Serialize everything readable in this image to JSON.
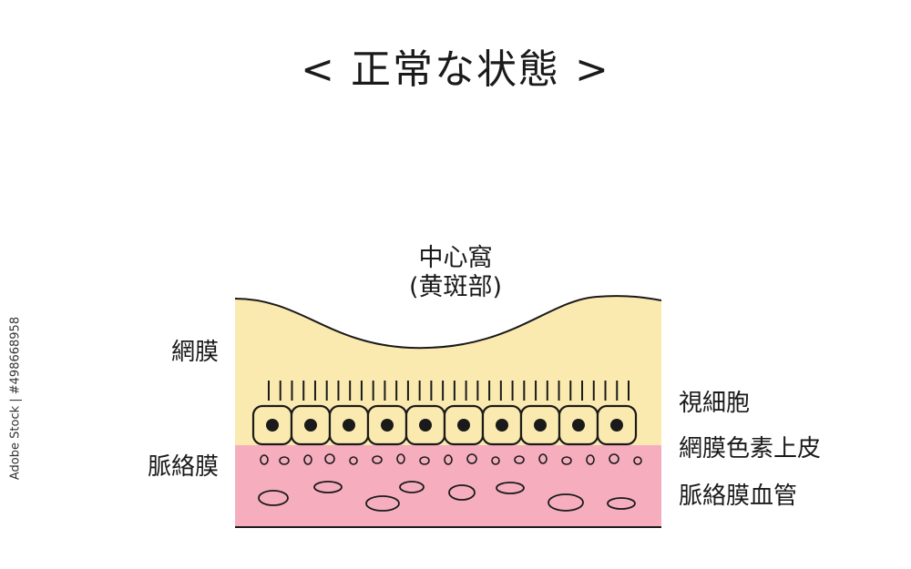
{
  "title": "< 正常な状態 >",
  "labels": {
    "fovea_line1": "中心窩",
    "fovea_line2": "(黄斑部)",
    "retina": "網膜",
    "choroid": "脈絡膜",
    "photoreceptors": "視細胞",
    "rpe": "網膜色素上皮",
    "choroidal_vessels": "脈絡膜血管"
  },
  "watermark": "Adobe Stock | #498668958",
  "colors": {
    "retina_fill": "#fbeab0",
    "choroid_fill": "#f6aebf",
    "cell_fill": "#fbeab0",
    "outline": "#1a1a1a"
  },
  "counts": {
    "photoreceptor_lines": 32,
    "rpe_cells": 10
  }
}
